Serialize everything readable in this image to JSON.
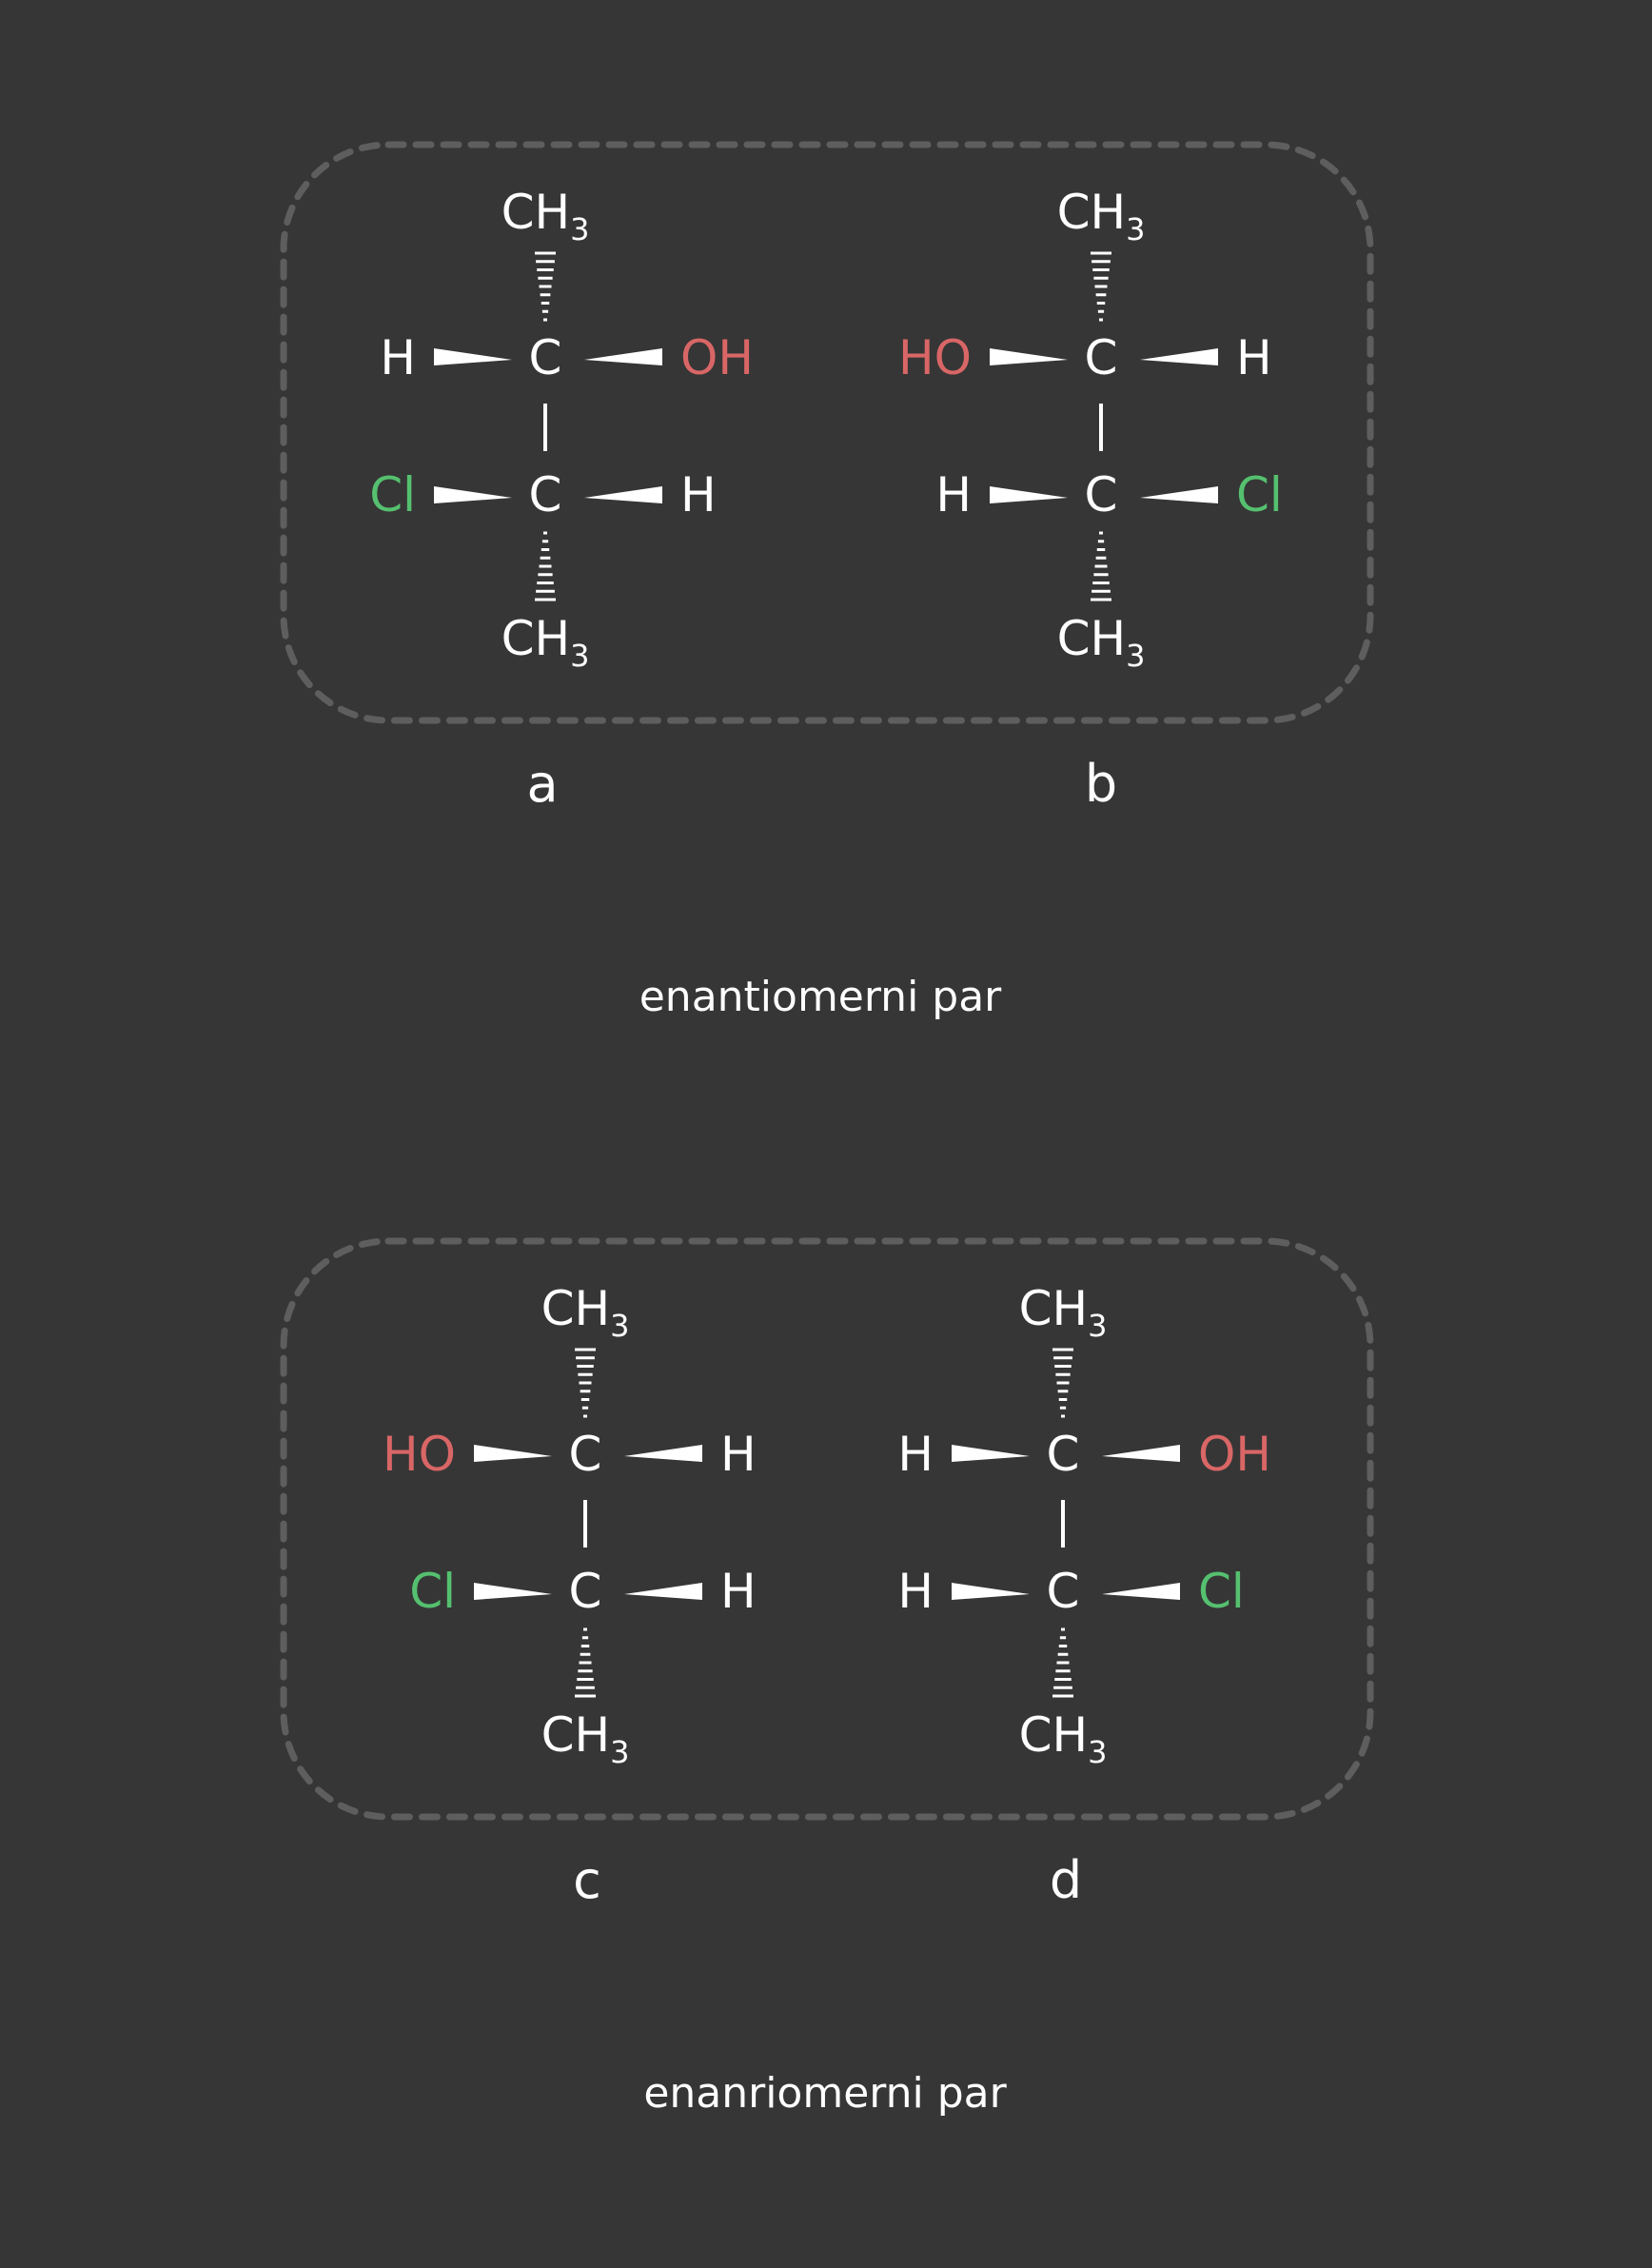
{
  "colors": {
    "background": "#363636",
    "text": "#ffffff",
    "hydroxyl": "#d96666",
    "chlorine": "#55c06f",
    "box_border": "#5e5e5e"
  },
  "groups": [
    {
      "caption": "enantiomerni par",
      "molecules": [
        {
          "label": "a",
          "top": "CH",
          "top_sub": "3",
          "bottom": "CH",
          "bottom_sub": "3",
          "c1": "C",
          "c2": "C",
          "c1_left": "H",
          "c1_right": "OH",
          "c2_left": "Cl",
          "c2_right": "H"
        },
        {
          "label": "b",
          "top": "CH",
          "top_sub": "3",
          "bottom": "CH",
          "bottom_sub": "3",
          "c1": "C",
          "c2": "C",
          "c1_left": "HO",
          "c1_right": "H",
          "c2_left": "H",
          "c2_right": "Cl"
        }
      ]
    },
    {
      "caption": "enanriomerni par",
      "molecules": [
        {
          "label": "c",
          "top": "CH",
          "top_sub": "3",
          "bottom": "CH",
          "bottom_sub": "3",
          "c1": "C",
          "c2": "C",
          "c1_left": "HO",
          "c1_right": "H",
          "c2_left": "Cl",
          "c2_right": "H"
        },
        {
          "label": "d",
          "top": "CH",
          "top_sub": "3",
          "bottom": "CH",
          "bottom_sub": "3",
          "c1": "C",
          "c2": "C",
          "c1_left": "H",
          "c1_right": "OH",
          "c2_left": "H",
          "c2_right": "Cl"
        }
      ]
    }
  ]
}
